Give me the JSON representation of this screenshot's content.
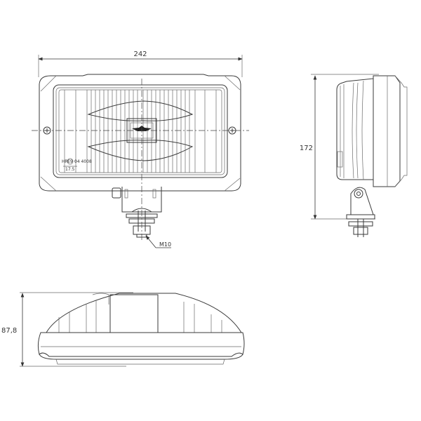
{
  "drawing": {
    "subject": "rectangular fog lamp technical drawing",
    "views": {
      "front": {
        "dimension_width": "242",
        "thread_label": "M10",
        "marking_approval": "HR",
        "marking_e_mark": "E9",
        "marking_number": "04 4008",
        "marking_code": "17.5"
      },
      "side": {
        "dimension_height": "172"
      },
      "top": {
        "dimension_depth": "87,8"
      }
    }
  }
}
